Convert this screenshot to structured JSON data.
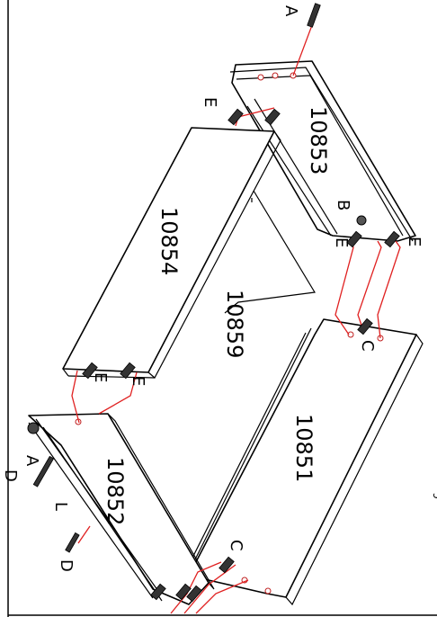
{
  "parts": {
    "p10853": "10853",
    "p10854": "10854",
    "p10859": "10859",
    "p10851": "10851",
    "p10852": "10852"
  },
  "hardware": {
    "A_top": "A",
    "A_left": "A",
    "B": "B",
    "C_right": "C",
    "C_bottom": "C",
    "D_left1": "D",
    "D_left2": "D",
    "E_1": "E",
    "E_2": "E",
    "E_3": "E",
    "E_4": "E",
    "E_5": "E",
    "L": "L"
  },
  "stray_mark": "ɔ",
  "colors": {
    "line": "#000000",
    "connector": "#e02020"
  }
}
